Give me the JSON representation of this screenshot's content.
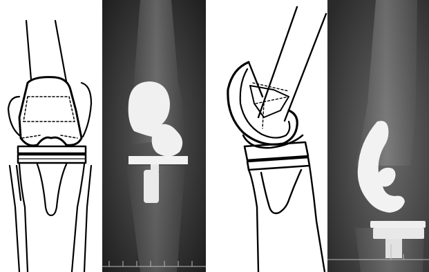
{
  "figure": {
    "panels": [
      {
        "id": "ap-schematic",
        "view": "AP",
        "kind": "line-drawing"
      },
      {
        "id": "ap-radiograph",
        "view": "AP",
        "kind": "x-ray"
      },
      {
        "id": "lateral-schematic",
        "view": "lateral",
        "kind": "line-drawing"
      },
      {
        "id": "lateral-radiograph",
        "view": "lateral",
        "kind": "x-ray"
      }
    ],
    "colors": {
      "line": "#000000",
      "paper": "#ffffff",
      "xray_bg": "#2e2e2e",
      "implant": "#f2f2f2",
      "bone": "#6e6e6e"
    },
    "icons": [
      "knee-implant-schematic",
      "knee-implant-radiograph"
    ]
  }
}
